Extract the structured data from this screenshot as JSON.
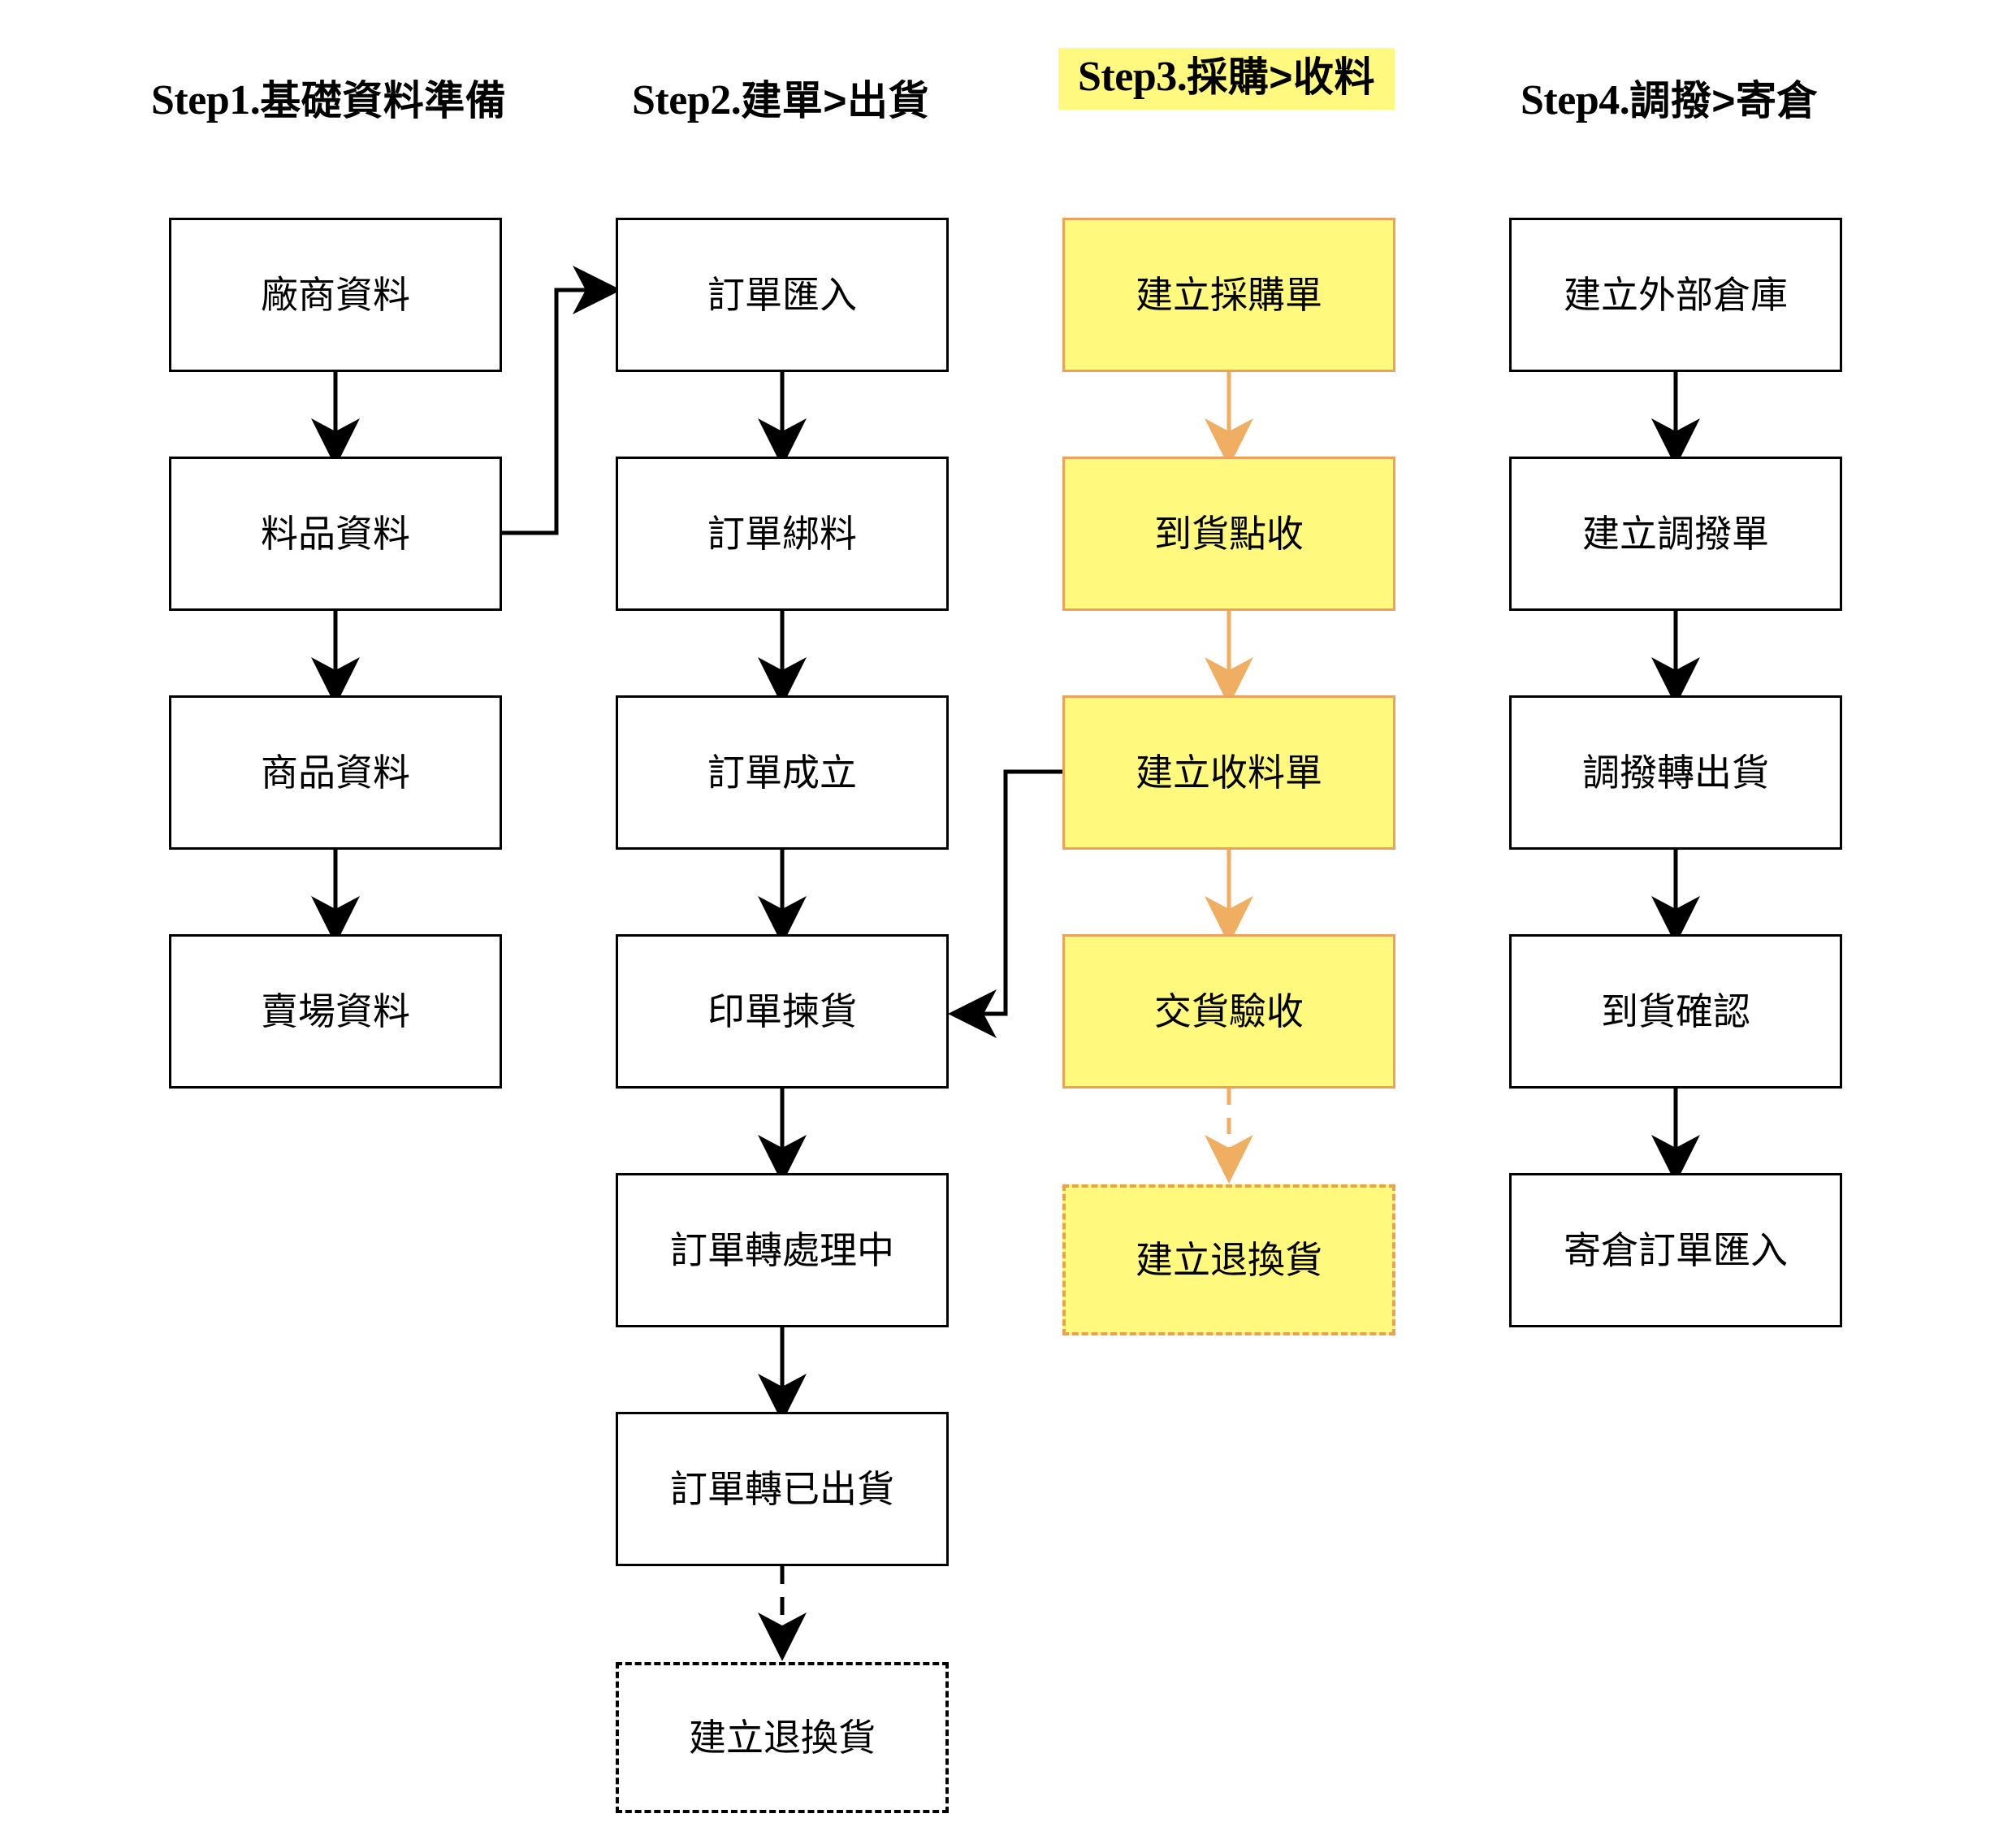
{
  "diagram": {
    "title_columns": [
      {
        "step": "Step1.",
        "zh": "基礎資料準備",
        "highlighted": false
      },
      {
        "step": "Step2.",
        "zh": "建單>出貨",
        "highlighted": false
      },
      {
        "step": "Step3.",
        "zh": "採購>收料",
        "highlighted": true
      },
      {
        "step": "Step4.",
        "zh": "調撥>寄倉",
        "highlighted": false
      }
    ],
    "colors": {
      "highlight_fill": "#FFF97F",
      "node_yellow_fill": "#FFFA7D",
      "node_yellow_border": "#ECA25C",
      "node_border": "#000000",
      "arrow_orange": "#F0AE62",
      "arrow_black": "#000000",
      "background": "#FFFFFF"
    },
    "columns": [
      {
        "id": "col-1",
        "header": "Step1.基礎資料準備",
        "nodes": [
          {
            "id": "n1-1",
            "label": "廠商資料",
            "style": "solid"
          },
          {
            "id": "n1-2",
            "label": "料品資料",
            "style": "solid"
          },
          {
            "id": "n1-3",
            "label": "商品資料",
            "style": "solid"
          },
          {
            "id": "n1-4",
            "label": "賣場資料",
            "style": "solid"
          }
        ]
      },
      {
        "id": "col-2",
        "header": "Step2.建單>出貨",
        "nodes": [
          {
            "id": "n2-1",
            "label": "訂單匯入",
            "style": "solid"
          },
          {
            "id": "n2-2",
            "label": "訂單綁料",
            "style": "solid"
          },
          {
            "id": "n2-3",
            "label": "訂單成立",
            "style": "solid"
          },
          {
            "id": "n2-4",
            "label": "印單揀貨",
            "style": "solid"
          },
          {
            "id": "n2-5",
            "label": "訂單轉處理中",
            "style": "solid"
          },
          {
            "id": "n2-6",
            "label": "訂單轉已出貨",
            "style": "solid"
          },
          {
            "id": "n2-7",
            "label": "建立退換貨",
            "style": "dashed"
          }
        ]
      },
      {
        "id": "col-3",
        "header": "Step3.採購>收料",
        "nodes": [
          {
            "id": "n3-1",
            "label": "建立採購單",
            "style": "yellow"
          },
          {
            "id": "n3-2",
            "label": "到貨點收",
            "style": "yellow"
          },
          {
            "id": "n3-3",
            "label": "建立收料單",
            "style": "yellow"
          },
          {
            "id": "n3-4",
            "label": "交貨驗收",
            "style": "yellow"
          },
          {
            "id": "n3-5",
            "label": "建立退換貨",
            "style": "yellow-dashed"
          }
        ]
      },
      {
        "id": "col-4",
        "header": "Step4.調撥>寄倉",
        "nodes": [
          {
            "id": "n4-1",
            "label": "建立外部倉庫",
            "style": "solid"
          },
          {
            "id": "n4-2",
            "label": "建立調撥單",
            "style": "solid"
          },
          {
            "id": "n4-3",
            "label": "調撥轉出貨",
            "style": "solid"
          },
          {
            "id": "n4-4",
            "label": "到貨確認",
            "style": "solid"
          },
          {
            "id": "n4-5",
            "label": "寄倉訂單匯入",
            "style": "solid"
          }
        ]
      }
    ],
    "edges": [
      {
        "from": "n1-1",
        "to": "n1-2",
        "kind": "solid",
        "color": "black"
      },
      {
        "from": "n1-2",
        "to": "n1-3",
        "kind": "solid",
        "color": "black"
      },
      {
        "from": "n1-3",
        "to": "n1-4",
        "kind": "solid",
        "color": "black"
      },
      {
        "from": "n1-2",
        "to": "n2-1",
        "kind": "solid",
        "color": "black",
        "route": "elbow-right-up"
      },
      {
        "from": "n2-1",
        "to": "n2-2",
        "kind": "solid",
        "color": "black"
      },
      {
        "from": "n2-2",
        "to": "n2-3",
        "kind": "solid",
        "color": "black"
      },
      {
        "from": "n2-3",
        "to": "n2-4",
        "kind": "solid",
        "color": "black"
      },
      {
        "from": "n2-4",
        "to": "n2-5",
        "kind": "solid",
        "color": "black"
      },
      {
        "from": "n2-5",
        "to": "n2-6",
        "kind": "solid",
        "color": "black"
      },
      {
        "from": "n2-6",
        "to": "n2-7",
        "kind": "dashed",
        "color": "black"
      },
      {
        "from": "n3-1",
        "to": "n3-2",
        "kind": "solid",
        "color": "orange"
      },
      {
        "from": "n3-2",
        "to": "n3-3",
        "kind": "solid",
        "color": "orange"
      },
      {
        "from": "n3-3",
        "to": "n3-4",
        "kind": "solid",
        "color": "orange"
      },
      {
        "from": "n3-4",
        "to": "n3-5",
        "kind": "dashed",
        "color": "orange"
      },
      {
        "from": "n3-3",
        "to": "n2-4",
        "kind": "solid",
        "color": "black",
        "route": "elbow-left-down"
      },
      {
        "from": "n4-1",
        "to": "n4-2",
        "kind": "solid",
        "color": "black"
      },
      {
        "from": "n4-2",
        "to": "n4-3",
        "kind": "solid",
        "color": "black"
      },
      {
        "from": "n4-3",
        "to": "n4-4",
        "kind": "solid",
        "color": "black"
      },
      {
        "from": "n4-4",
        "to": "n4-5",
        "kind": "solid",
        "color": "black"
      }
    ]
  }
}
